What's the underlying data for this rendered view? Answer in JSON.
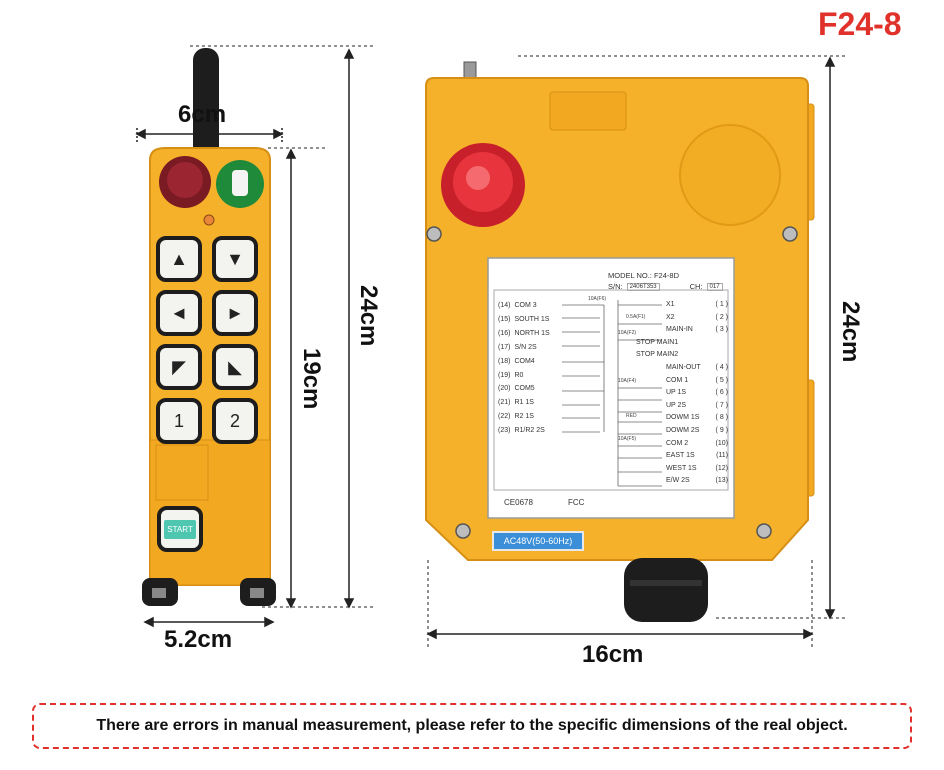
{
  "model_title": "F24-8",
  "dimensions": {
    "transmitter_width": "6cm",
    "transmitter_base_width": "5.2cm",
    "transmitter_height": "24cm",
    "transmitter_body_height": "19cm",
    "receiver_width": "16cm",
    "receiver_height": "24cm"
  },
  "transmitter": {
    "number_buttons": [
      "1",
      "2"
    ],
    "start_label": "START"
  },
  "receiver": {
    "model_no": "MODEL NO.: F24-8D",
    "sn_label": "S/N:",
    "sn_value": "2406T353",
    "ch_label": "CH:",
    "ch_value": "017",
    "left_terminals": [
      {
        "num": "(14)",
        "name": "COM 3"
      },
      {
        "num": "(15)",
        "name": "SOUTH 1S"
      },
      {
        "num": "(16)",
        "name": "NORTH 1S"
      },
      {
        "num": "(17)",
        "name": "S/N 2S"
      },
      {
        "num": "(18)",
        "name": "COM4"
      },
      {
        "num": "(19)",
        "name": "R0"
      },
      {
        "num": "(20)",
        "name": "COM5"
      },
      {
        "num": "(21)",
        "name": "R1 1S"
      },
      {
        "num": "(22)",
        "name": "R2 1S"
      },
      {
        "num": "(23)",
        "name": "R1/R2 2S"
      }
    ],
    "right_terminals": [
      {
        "name": "X1",
        "num": "( 1 )"
      },
      {
        "name": "X2",
        "num": "( 2 )"
      },
      {
        "name": "MAIN-IN",
        "num": "( 3 )"
      },
      {
        "name": "STOP MAIN1",
        "num": ""
      },
      {
        "name": "STOP MAIN2",
        "num": ""
      },
      {
        "name": "MAIN-OUT",
        "num": "( 4 )"
      },
      {
        "name": "COM 1",
        "num": "( 5 )"
      },
      {
        "name": "UP 1S",
        "num": "( 6 )"
      },
      {
        "name": "UP 2S",
        "num": "( 7 )"
      },
      {
        "name": "DOWM 1S",
        "num": "( 8 )"
      },
      {
        "name": "DOWM 2S",
        "num": "( 9 )"
      },
      {
        "name": "COM 2",
        "num": "(10)"
      },
      {
        "name": "EAST 1S",
        "num": "(11)"
      },
      {
        "name": "WEST 1S",
        "num": "(12)"
      },
      {
        "name": "E/W 2S",
        "num": "(13)"
      }
    ],
    "fuse_labels": [
      "10A(F6)",
      "0.5A(F1)",
      "10A(F2)",
      "10A(F4)",
      "RED",
      "10A(F5)"
    ],
    "ce_label": "CE0678",
    "fcc_label": "FCC",
    "voltage_label": "AC48V(50-60Hz)"
  },
  "note_text": "There are errors in manual measurement, please refer to the specific dimensions of the real object.",
  "colors": {
    "accent_red": "#e0312a",
    "housing_yellow": "#f5b12a",
    "voltage_blue": "#3a8fd8",
    "estop_red": "#c8202a",
    "key_green": "#1f8a3a"
  }
}
